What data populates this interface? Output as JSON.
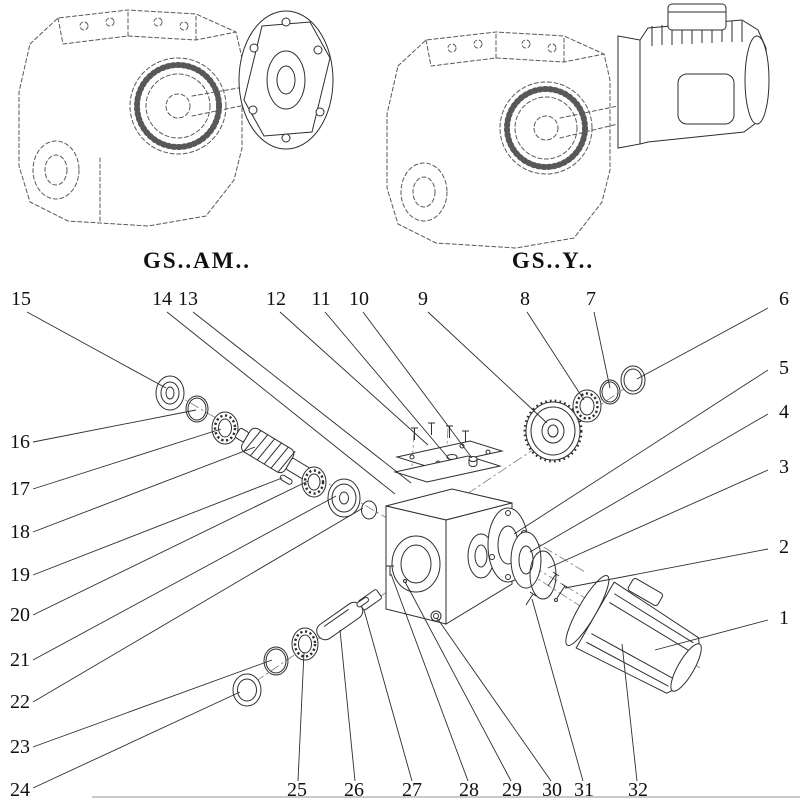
{
  "diagram": {
    "type": "exploded-parts-diagram",
    "background": "#ffffff",
    "line_color": "#2e2e2e",
    "dashed_color": "#585858"
  },
  "variants": [
    {
      "id": "gs-am",
      "label": "GS..AM.."
    },
    {
      "id": "gs-y",
      "label": "GS..Y.."
    }
  ],
  "callouts": [
    {
      "num": "1",
      "label": [
        784,
        624
      ],
      "line": [
        768,
        620,
        655,
        650
      ]
    },
    {
      "num": "2",
      "label": [
        784,
        553
      ],
      "line": [
        768,
        549,
        565,
        588
      ]
    },
    {
      "num": "3",
      "label": [
        784,
        473
      ],
      "line": [
        768,
        470,
        548,
        568
      ]
    },
    {
      "num": "4",
      "label": [
        784,
        418
      ],
      "line": [
        768,
        414,
        530,
        552
      ]
    },
    {
      "num": "5",
      "label": [
        784,
        374
      ],
      "line": [
        768,
        370,
        514,
        534
      ]
    },
    {
      "num": "6",
      "label": [
        784,
        305
      ],
      "line": [
        768,
        308,
        637,
        379
      ]
    },
    {
      "num": "7",
      "label": [
        591,
        305
      ],
      "line": [
        594,
        312,
        610,
        388
      ]
    },
    {
      "num": "8",
      "label": [
        525,
        305
      ],
      "line": [
        527,
        312,
        584,
        400
      ]
    },
    {
      "num": "9",
      "label": [
        423,
        305
      ],
      "line": [
        428,
        312,
        547,
        423
      ]
    },
    {
      "num": "10",
      "label": [
        359,
        305
      ],
      "line": [
        363,
        312,
        472,
        458
      ]
    },
    {
      "num": "11",
      "label": [
        321,
        305
      ],
      "line": [
        325,
        312,
        450,
        460
      ]
    },
    {
      "num": "12",
      "label": [
        276,
        305
      ],
      "line": [
        280,
        312,
        428,
        445
      ]
    },
    {
      "num": "13",
      "label": [
        188,
        305
      ],
      "line": [
        193,
        312,
        411,
        483
      ]
    },
    {
      "num": "14",
      "label": [
        162,
        305
      ],
      "line": [
        167,
        312,
        395,
        494
      ]
    },
    {
      "num": "15",
      "label": [
        21,
        305
      ],
      "line": [
        27,
        312,
        166,
        388
      ]
    },
    {
      "num": "16",
      "label": [
        20,
        448
      ],
      "line": [
        33,
        442,
        196,
        410
      ]
    },
    {
      "num": "17",
      "label": [
        20,
        495
      ],
      "line": [
        33,
        489,
        221,
        429
      ]
    },
    {
      "num": "18",
      "label": [
        20,
        538
      ],
      "line": [
        33,
        532,
        255,
        447
      ]
    },
    {
      "num": "19",
      "label": [
        20,
        581
      ],
      "line": [
        33,
        575,
        282,
        478
      ]
    },
    {
      "num": "20",
      "label": [
        20,
        621
      ],
      "line": [
        33,
        615,
        308,
        481
      ]
    },
    {
      "num": "21",
      "label": [
        20,
        666
      ],
      "line": [
        33,
        660,
        336,
        496
      ]
    },
    {
      "num": "22",
      "label": [
        20,
        708
      ],
      "line": [
        33,
        702,
        363,
        508
      ]
    },
    {
      "num": "23",
      "label": [
        20,
        753
      ],
      "line": [
        33,
        747,
        272,
        660
      ]
    },
    {
      "num": "24",
      "label": [
        20,
        796
      ],
      "line": [
        33,
        788,
        240,
        692
      ]
    },
    {
      "num": "25",
      "label": [
        297,
        796
      ],
      "line": [
        298,
        781,
        304,
        652
      ]
    },
    {
      "num": "26",
      "label": [
        354,
        796
      ],
      "line": [
        355,
        781,
        340,
        630
      ]
    },
    {
      "num": "27",
      "label": [
        412,
        796
      ],
      "line": [
        412,
        781,
        364,
        610
      ]
    },
    {
      "num": "28",
      "label": [
        469,
        796
      ],
      "line": [
        468,
        781,
        391,
        574
      ]
    },
    {
      "num": "29",
      "label": [
        512,
        796
      ],
      "line": [
        511,
        781,
        409,
        589
      ]
    },
    {
      "num": "30",
      "label": [
        552,
        796
      ],
      "line": [
        551,
        781,
        437,
        618
      ]
    },
    {
      "num": "31",
      "label": [
        584,
        796
      ],
      "line": [
        583,
        781,
        532,
        599
      ]
    },
    {
      "num": "32",
      "label": [
        638,
        796
      ],
      "line": [
        637,
        781,
        622,
        644
      ]
    }
  ]
}
